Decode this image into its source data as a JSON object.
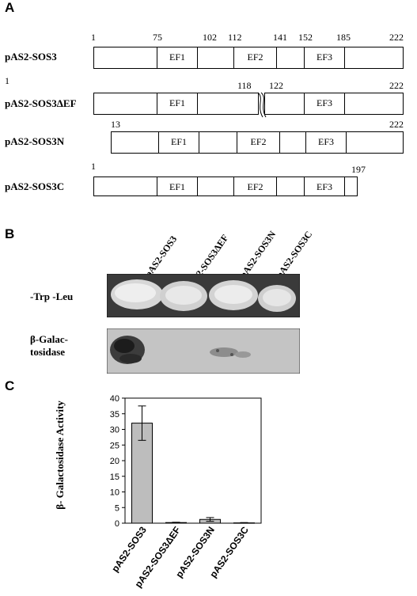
{
  "panels": {
    "a": "A",
    "b": "B",
    "c": "C"
  },
  "constructs": [
    {
      "name": "pAS2-SOS3",
      "start": "1",
      "end": "222",
      "marks": [
        "75",
        "102",
        "112",
        "141",
        "152",
        "185"
      ],
      "domains": [
        "EF1",
        "EF2",
        "EF3"
      ]
    },
    {
      "name": "pAS2-SOS3ΔEF",
      "start": "1",
      "end": "222",
      "marks": [
        "118",
        "122"
      ],
      "domains": [
        "EF1",
        "EF3"
      ]
    },
    {
      "name": "pAS2-SOS3N",
      "start": "13",
      "end": "222",
      "marks": [],
      "domains": [
        "EF1",
        "EF2",
        "EF3"
      ]
    },
    {
      "name": "pAS2-SOS3C",
      "start": "1",
      "end": "197",
      "marks": [],
      "domains": [
        "EF1",
        "EF2",
        "EF3"
      ]
    }
  ],
  "assay": {
    "column_labels": [
      "pAS2-SOS3",
      "pAS2-SOS3ΔEF",
      "pAS2-SOS3N",
      "pAS2-SOS3C"
    ],
    "row1_label": "-Trp -Leu",
    "row2_label_line1": "β-Galac-",
    "row2_label_line2": "tosidase"
  },
  "chart_data": {
    "type": "bar",
    "categories": [
      "pAS2-SOS3",
      "pAS2-SOS3ΔEF",
      "pAS2-SOS3N",
      "pAS2-SOS3C"
    ],
    "values": [
      32,
      0.2,
      1.2,
      0.1
    ],
    "errors": [
      5.5,
      0.1,
      0.6,
      0.1
    ],
    "ylabel": "β- Galactosidase Activity",
    "ylim": [
      0,
      40
    ],
    "yticks": [
      "0",
      "5",
      "10",
      "15",
      "20",
      "25",
      "30",
      "35",
      "40"
    ],
    "bar_color": "#bdbdbd",
    "grid": false
  }
}
